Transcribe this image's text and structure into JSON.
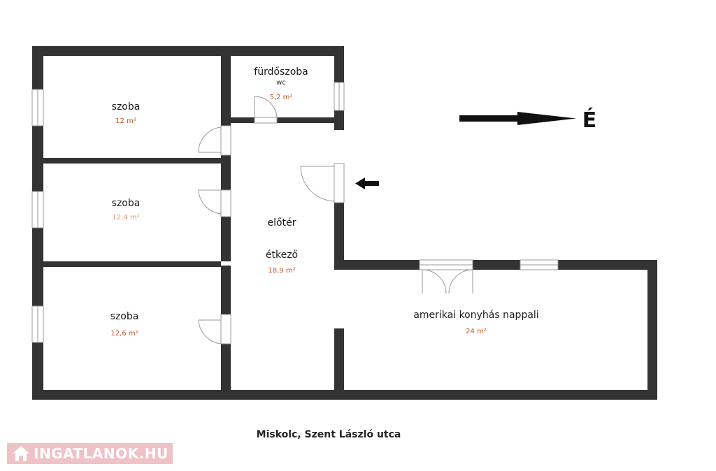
{
  "colors": {
    "wall": "#333333",
    "room_label": "#1a1a1a",
    "area_label": "#c0572b",
    "logo": "#efc2c6"
  },
  "rooms": {
    "szoba1": {
      "name": "szoba",
      "area": "12 m²"
    },
    "szoba2": {
      "name": "szoba",
      "area": "12,4 m²"
    },
    "szoba3": {
      "name": "szoba",
      "area": "12,6 m²"
    },
    "furdoszoba": {
      "name": "fürdőszoba",
      "sub": "wc",
      "area": "5,2 m²"
    },
    "eloter": {
      "name": "előtér"
    },
    "etkezo": {
      "name": "étkező",
      "area": "18,9 m²"
    },
    "nappali": {
      "name": "amerikai konyhás nappali",
      "area": "24 m²"
    }
  },
  "north": {
    "label": "É",
    "icon": "north-arrow-icon"
  },
  "entrance": {
    "icon": "entrance-arrow-icon"
  },
  "address": "Miskolc, Szent László utca",
  "logo": {
    "text": "INGATLANOK.HU",
    "icon": "house-icon"
  }
}
